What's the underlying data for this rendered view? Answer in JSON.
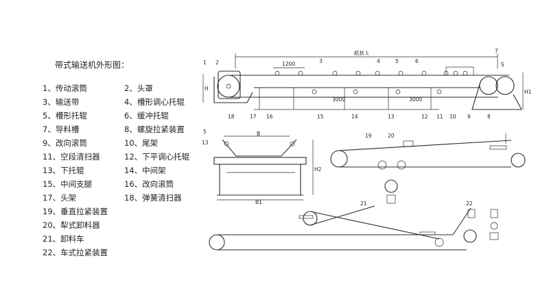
{
  "title": "带式输送机外形图：",
  "legend_left": [
    "1、传动滚筒",
    "3、输送带",
    "5、槽形托辊",
    "7、导料槽",
    "9、改向滚筒",
    "11、空段清扫器",
    "13、下托辊",
    "15、中间支腿",
    "17、头架",
    "19、垂直拉紧装置",
    "20、犁式卸料器",
    "21、卸料车",
    "22、车式拉紧装置"
  ],
  "legend_right": [
    "2、头罩",
    "4、槽形调心托辊",
    "6、缓冲托辊",
    "8、螺旋拉紧装置",
    "10、尾架",
    "12、下平调心托辊",
    "14、中间架",
    "16、改向滚筒",
    "18、弹簧清扫器"
  ],
  "drawing_labels": {
    "machine_length": "机长 L",
    "dim_1200": "1200",
    "dim_3000a": "3000",
    "dim_3000b": "3000",
    "H": "H",
    "H1": "H1",
    "H2": "H2",
    "S": "S",
    "B": "B",
    "B1": "B1",
    "n1": "1",
    "n2": "2",
    "n3": "3",
    "n4": "4",
    "n5": "5",
    "n6": "6",
    "n7": "7",
    "n8": "8",
    "n9": "9",
    "n10": "10",
    "n11": "11",
    "n12": "12",
    "n13": "13",
    "n14": "14",
    "n15": "15",
    "n16": "16",
    "n17": "17",
    "n18": "18",
    "c5": "5",
    "c13": "13",
    "n19": "19",
    "n20": "20",
    "n21": "21",
    "n22": "22"
  }
}
